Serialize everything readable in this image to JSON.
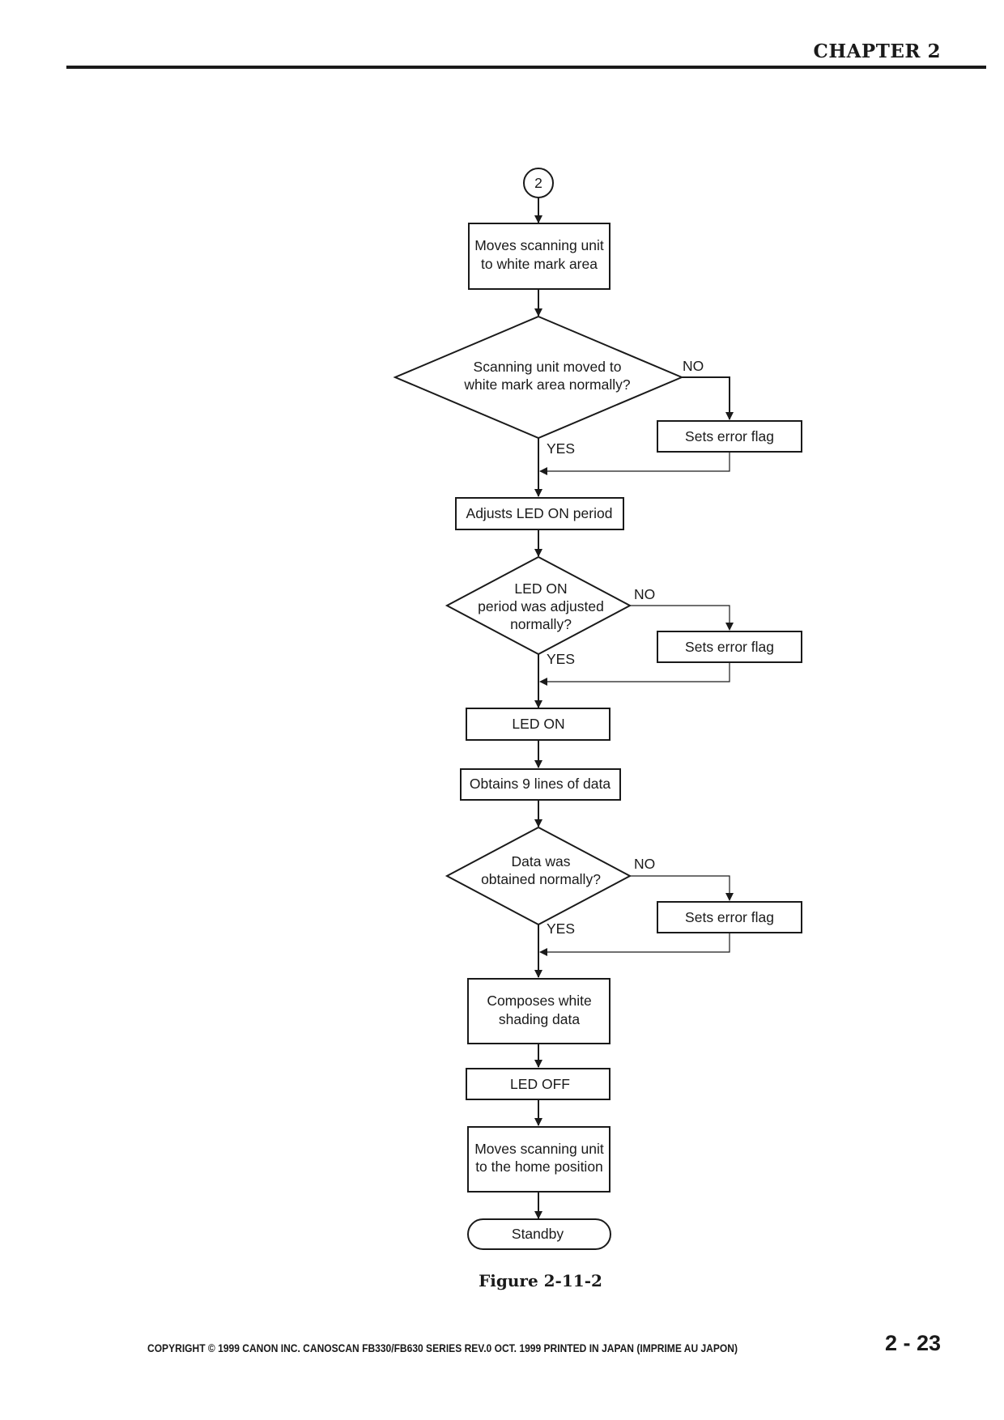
{
  "header": {
    "chapter": "CHAPTER 2"
  },
  "flowchart": {
    "connector": "2",
    "step1": [
      "Moves scanning unit",
      "to white mark area"
    ],
    "decision1": [
      "Scanning unit moved to",
      "white mark area normally?"
    ],
    "error1": "Sets error flag",
    "step2": "Adjusts LED ON period",
    "decision2": [
      "LED ON",
      "period was adjusted",
      "normally?"
    ],
    "error2": "Sets error flag",
    "step3": "LED ON",
    "step4": "Obtains 9 lines of data",
    "decision3": [
      "Data was",
      "obtained normally?"
    ],
    "error3": "Sets error flag",
    "step5": [
      "Composes white",
      "shading data"
    ],
    "step6": "LED OFF",
    "step7": [
      "Moves scanning unit",
      "to the home position"
    ],
    "terminal": "Standby",
    "yes_label": "YES",
    "no_label": "NO"
  },
  "caption": "Figure 2-11-2",
  "footer": {
    "copyright": "COPYRIGHT © 1999 CANON INC.    CANOSCAN FB330/FB630 SERIES REV.0 OCT. 1999 PRINTED IN JAPAN (IMPRIME AU JAPON)",
    "page_number": "2 - 23"
  }
}
